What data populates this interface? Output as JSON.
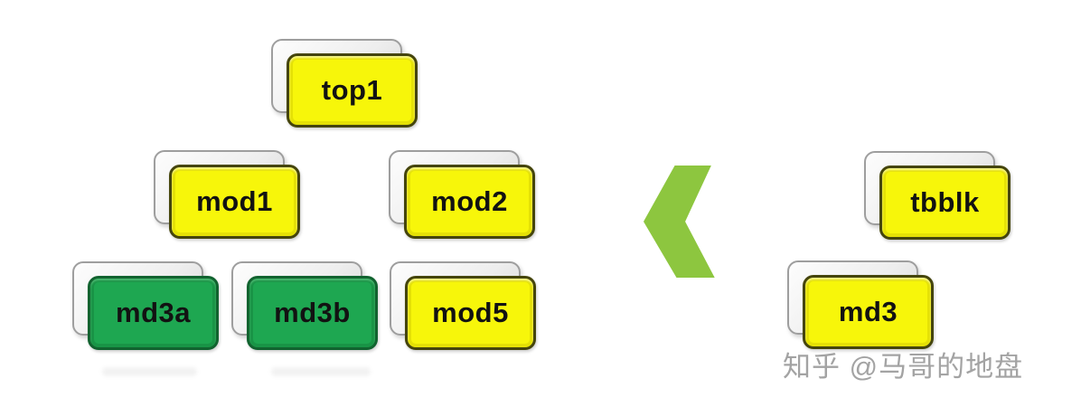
{
  "diagram": {
    "description": "module stack hierarchy diagram",
    "blocks": [
      {
        "id": "top1",
        "label": "top1",
        "variant": "yellow"
      },
      {
        "id": "mod1",
        "label": "mod1",
        "variant": "yellow"
      },
      {
        "id": "mod2",
        "label": "mod2",
        "variant": "yellow"
      },
      {
        "id": "md3a",
        "label": "md3a",
        "variant": "green"
      },
      {
        "id": "md3b",
        "label": "md3b",
        "variant": "green"
      },
      {
        "id": "mod5",
        "label": "mod5",
        "variant": "yellow"
      },
      {
        "id": "tbblk",
        "label": "tbblk",
        "variant": "yellow"
      },
      {
        "id": "md3",
        "label": "md3",
        "variant": "yellow"
      }
    ],
    "chevron": {
      "icon": "chevron-left-icon",
      "color": "#8dc63f"
    },
    "colors": {
      "yellow_fill": "#f7f60a",
      "yellow_border": "#45450c",
      "green_fill": "#1ea751",
      "green_border": "#11632f",
      "back_card_border": "#9e9e9e",
      "label_text": "#121212",
      "background": "#ffffff",
      "watermark_text_color": "#a3a3a3"
    },
    "watermark": {
      "text": "知乎 @马哥的地盘"
    }
  }
}
